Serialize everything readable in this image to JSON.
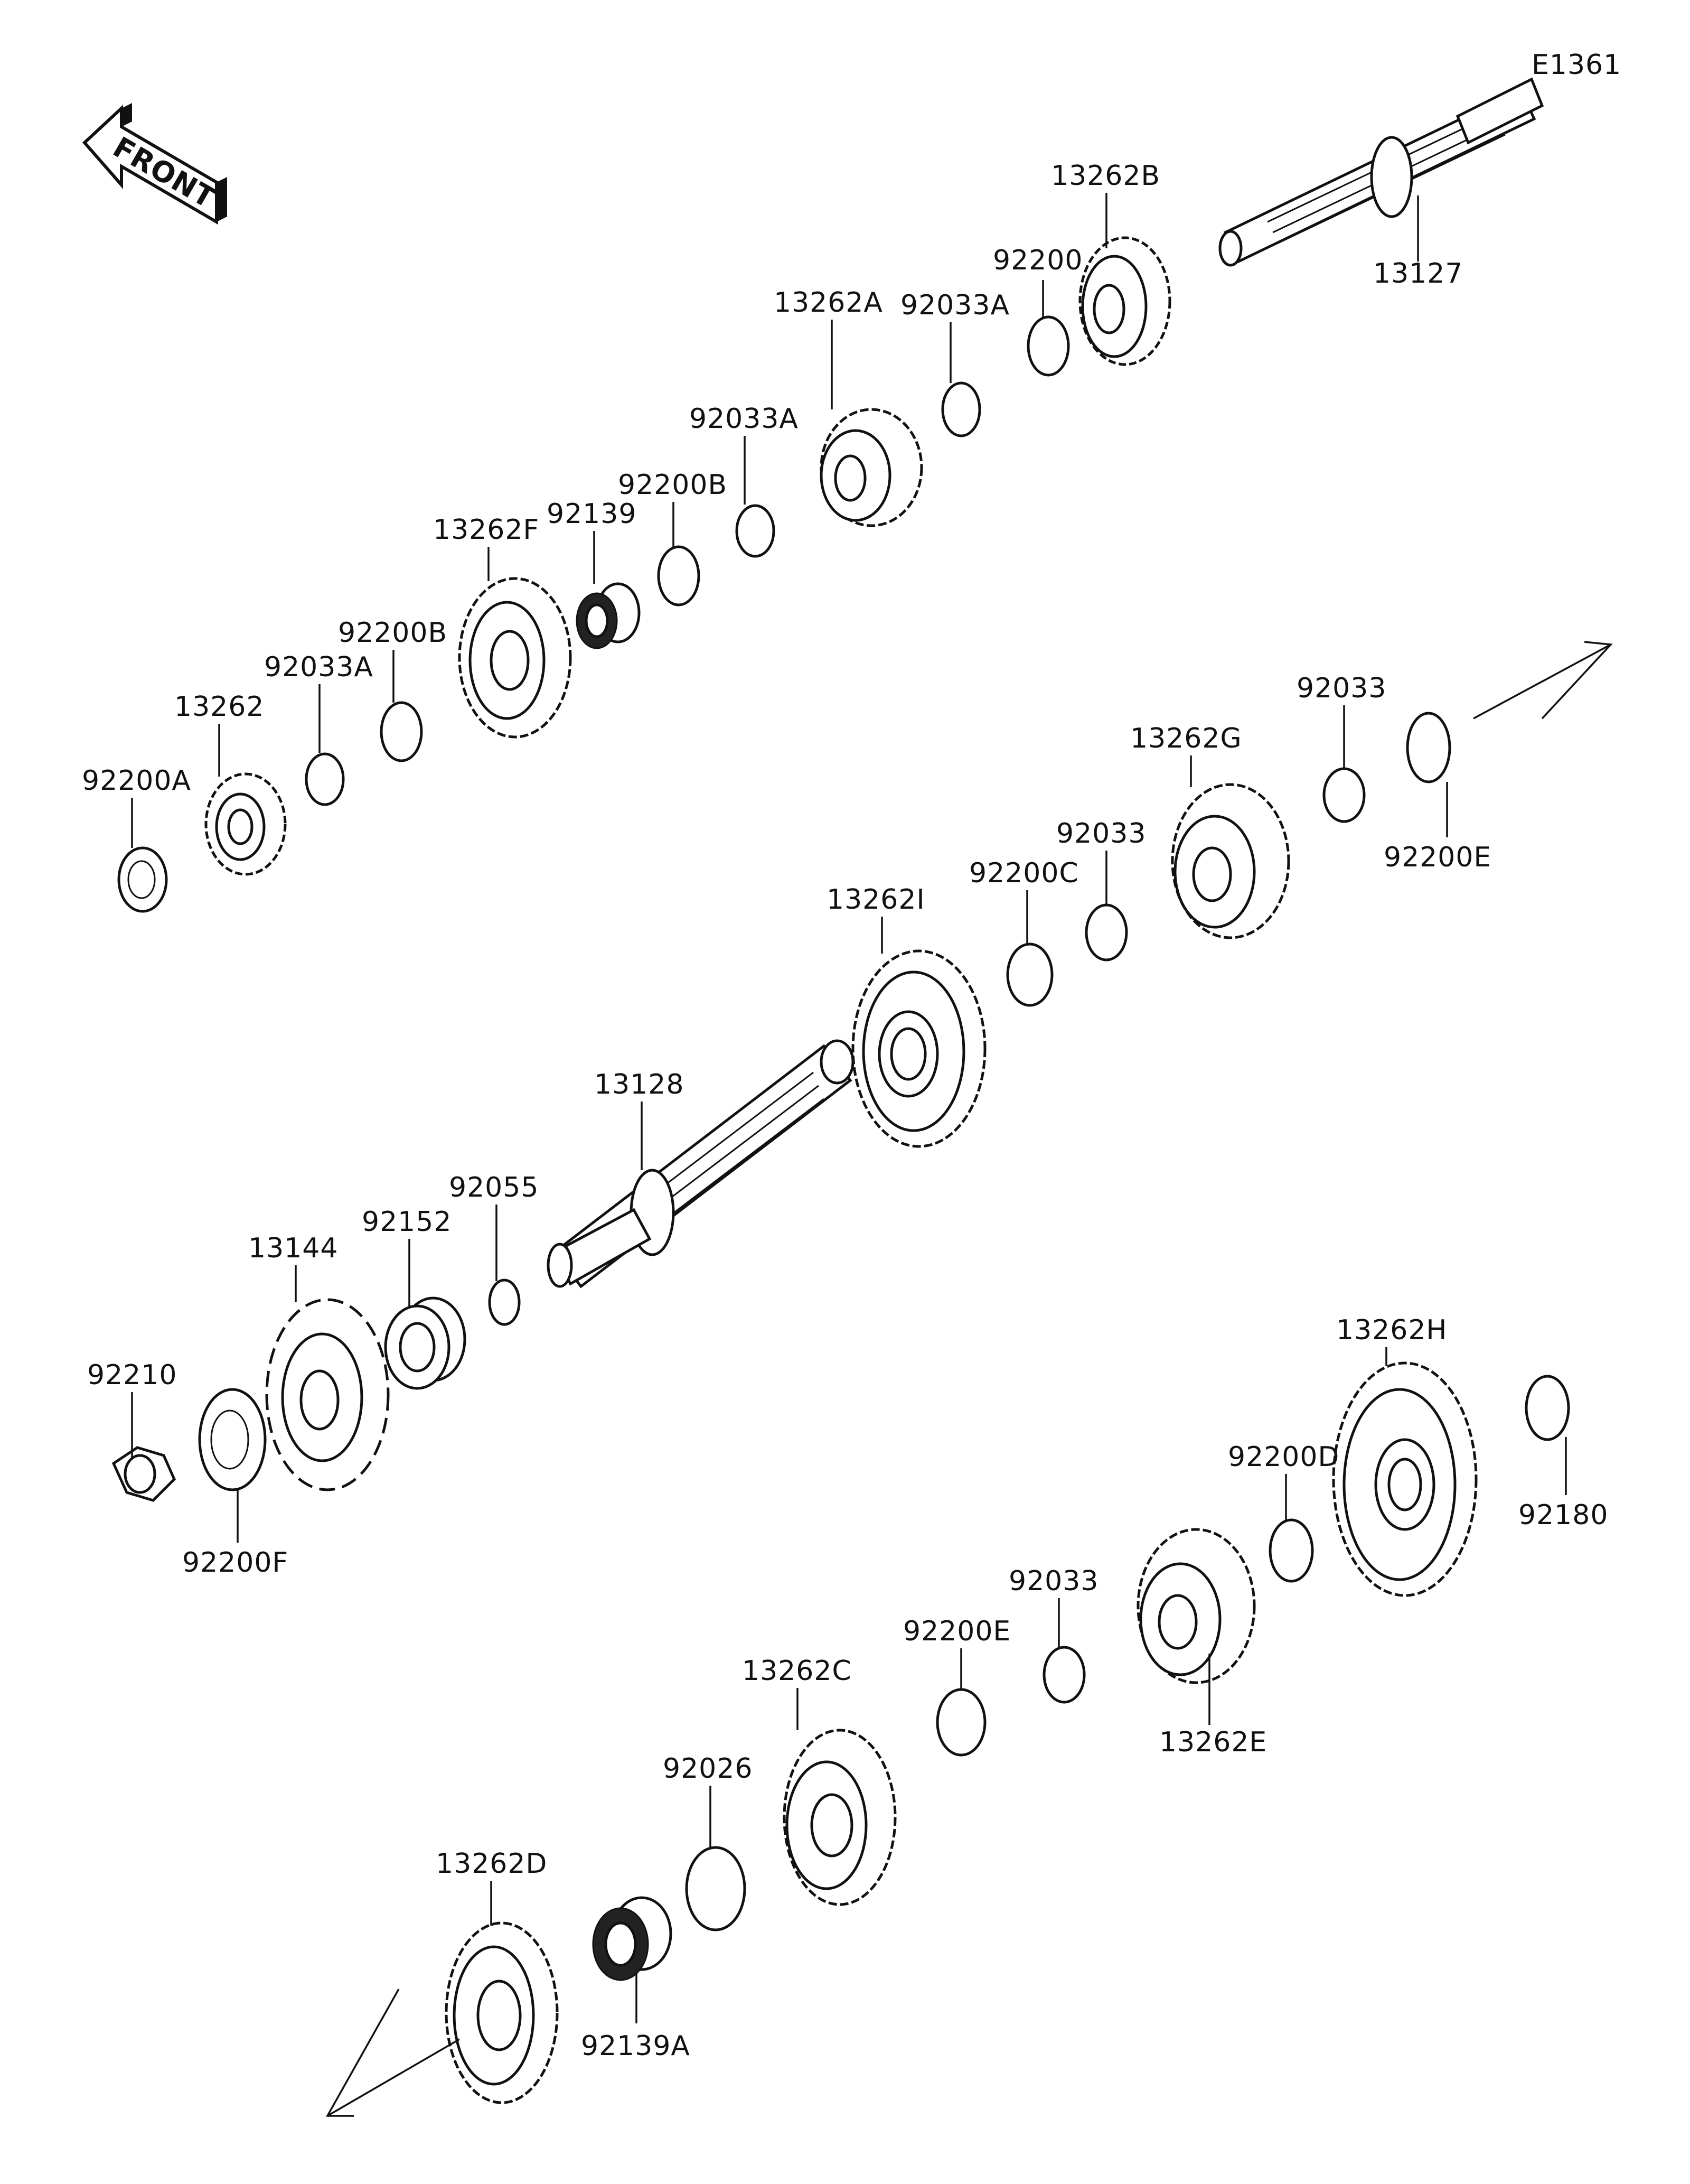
{
  "diagram_code": "E1361",
  "front_arrow_text": "FRONT",
  "labels": {
    "p13127": "13127",
    "p13262B": "13262B",
    "p92200": "92200",
    "p92033A_1": "92033A",
    "p13262A": "13262A",
    "p92033A_2": "92033A",
    "p92200B_1": "92200B",
    "p92139": "92139",
    "p13262F": "13262F",
    "p92200B_2": "92200B",
    "p92033A_3": "92033A",
    "p13262": "13262",
    "p92200A": "92200A",
    "p92033_1": "92033",
    "p92200E_1": "92200E",
    "p13262G": "13262G",
    "p92033_2": "92033",
    "p92200C": "92200C",
    "p13262I": "13262I",
    "p13128": "13128",
    "p92055": "92055",
    "p92152": "92152",
    "p13144": "13144",
    "p92210": "92210",
    "p92200F": "92200F",
    "p13262H": "13262H",
    "p92180": "92180",
    "p92200D": "92200D",
    "p92033_3": "92033",
    "p13262E": "13262E",
    "p92200E_2": "92200E",
    "p13262C": "13262C",
    "p92026": "92026",
    "p13262D": "13262D",
    "p92139A": "92139A"
  }
}
